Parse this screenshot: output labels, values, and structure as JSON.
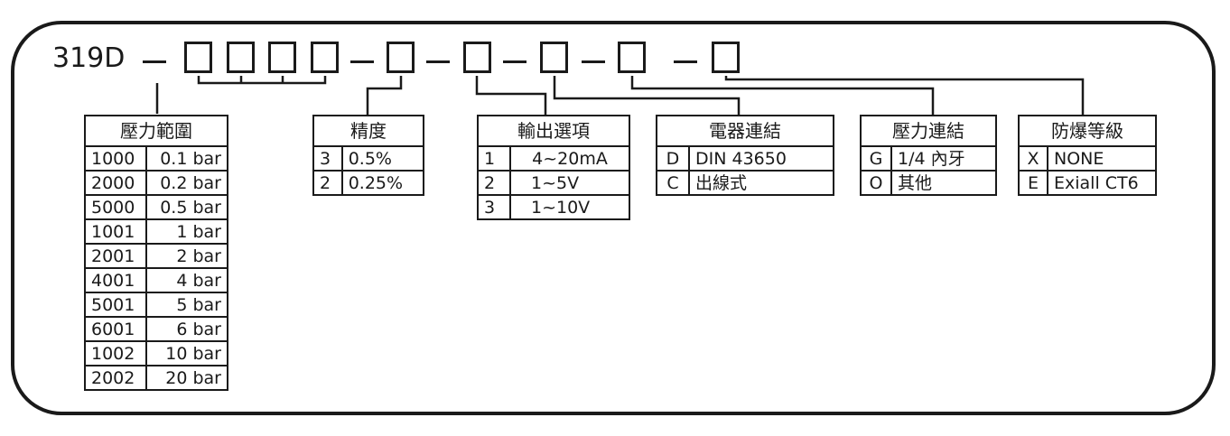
{
  "model": "319D",
  "tables": {
    "pressure_range": {
      "title": "壓力範圍",
      "rows": [
        {
          "code": "1000",
          "value": "0.1 bar"
        },
        {
          "code": "2000",
          "value": "0.2 bar"
        },
        {
          "code": "5000",
          "value": "0.5 bar"
        },
        {
          "code": "1001",
          "value": "1 bar"
        },
        {
          "code": "2001",
          "value": "2 bar"
        },
        {
          "code": "4001",
          "value": "4 bar"
        },
        {
          "code": "5001",
          "value": "5 bar"
        },
        {
          "code": "6001",
          "value": "6 bar"
        },
        {
          "code": "1002",
          "value": "10 bar"
        },
        {
          "code": "2002",
          "value": "20 bar"
        }
      ]
    },
    "accuracy": {
      "title": "精度",
      "rows": [
        {
          "code": "3",
          "value": "0.5%"
        },
        {
          "code": "2",
          "value": "0.25%"
        }
      ]
    },
    "output": {
      "title": "輸出選項",
      "rows": [
        {
          "code": "1",
          "value": "4~20mA"
        },
        {
          "code": "2",
          "value": "1~5V"
        },
        {
          "code": "3",
          "value": "1~10V"
        }
      ]
    },
    "electrical": {
      "title": "電器連結",
      "rows": [
        {
          "code": "D",
          "value": "DIN 43650"
        },
        {
          "code": "C",
          "value": "出線式"
        }
      ]
    },
    "pressure_conn": {
      "title": "壓力連結",
      "rows": [
        {
          "code": "G",
          "value": "1/4 內牙"
        },
        {
          "code": "O",
          "value": "其他"
        }
      ]
    },
    "explosion": {
      "title": "防爆等級",
      "rows": [
        {
          "code": "X",
          "value": "NONE"
        },
        {
          "code": "E",
          "value": "Exiall CT6"
        }
      ]
    }
  }
}
